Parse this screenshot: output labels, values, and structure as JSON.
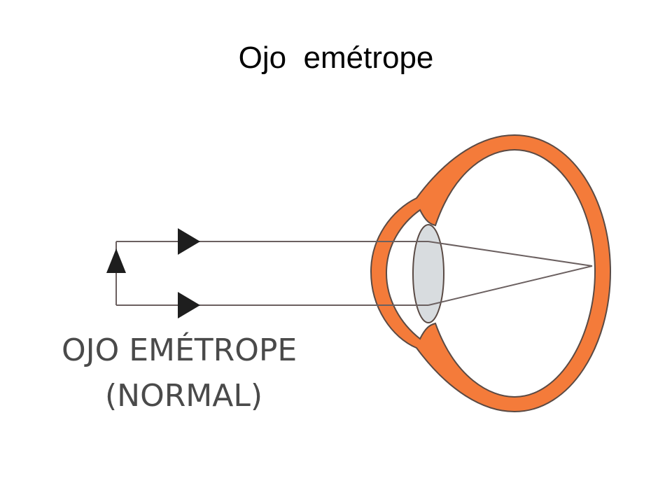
{
  "slide": {
    "title": "Ojo  emétrope"
  },
  "diagram": {
    "caption_line1": "OJO EMÉTROPE",
    "caption_line2": "(NORMAL)",
    "colors": {
      "eye_wall": "#f47b3a",
      "outline": "#5a4a44",
      "lens_fill": "#d8dcdf",
      "ray": "#6b6060",
      "arrow": "#1e1e1e",
      "caption": "#4a4a4a"
    }
  }
}
